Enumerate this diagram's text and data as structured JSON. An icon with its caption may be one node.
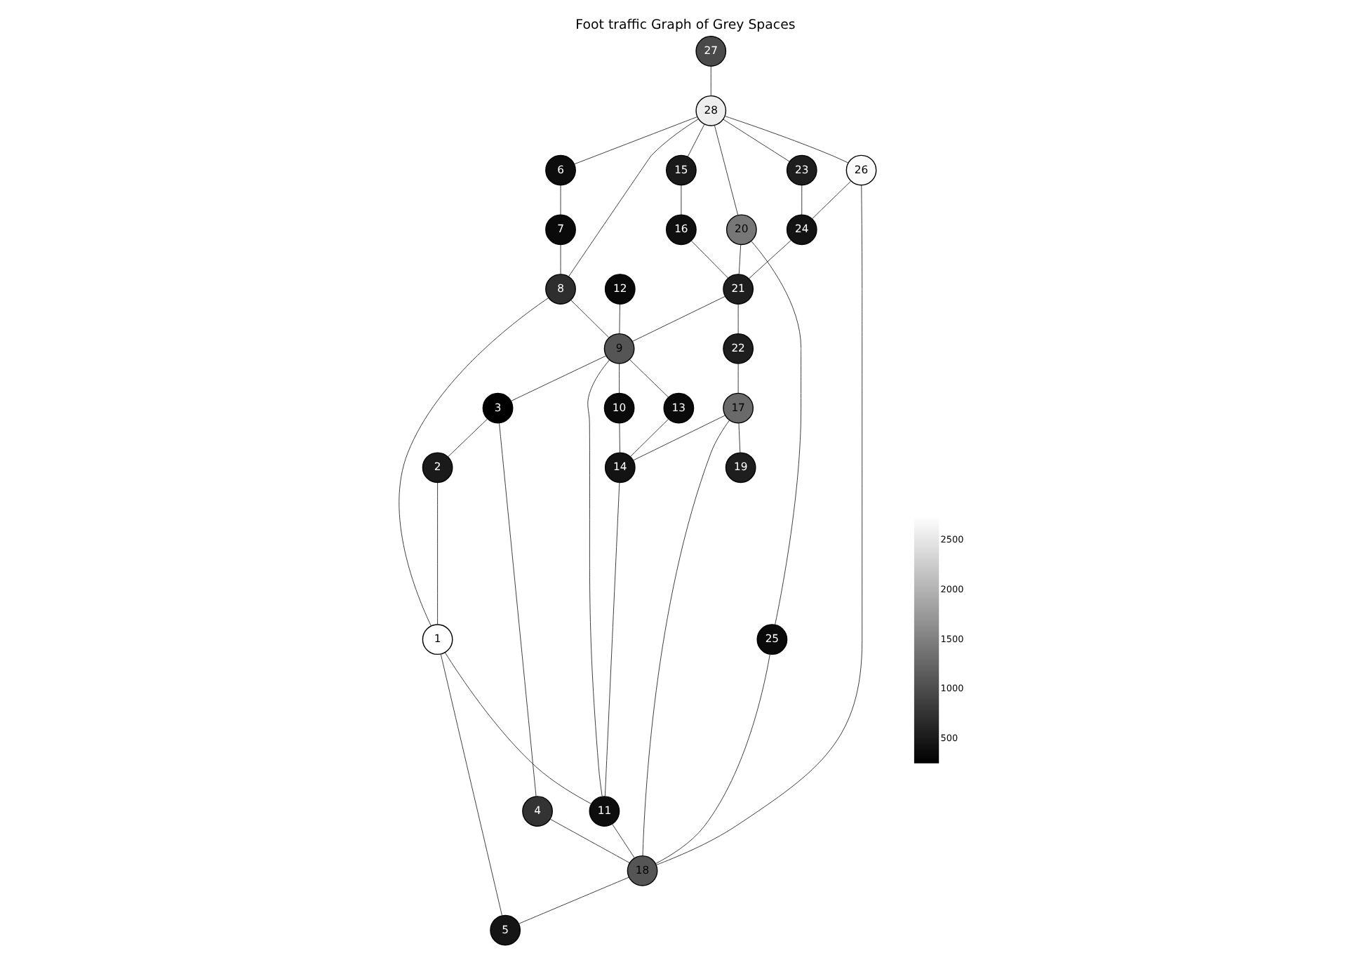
{
  "diagram": {
    "title": "Foot traffic Graph of Grey Spaces",
    "nodes": [
      {
        "text": [
          "1"
        ]
      },
      {
        "text": [
          "2"
        ]
      },
      {
        "text": [
          "3"
        ]
      },
      {
        "text": [
          "4"
        ]
      },
      {
        "text": [
          "5"
        ]
      },
      {
        "text": [
          "6"
        ]
      },
      {
        "text": [
          "7"
        ]
      },
      {
        "text": [
          "8"
        ]
      },
      {
        "text": [
          "9"
        ]
      },
      {
        "text": [
          "10"
        ]
      },
      {
        "text": [
          "11"
        ]
      },
      {
        "text": [
          "12"
        ]
      },
      {
        "text": [
          "13"
        ]
      },
      {
        "text": [
          "14"
        ]
      },
      {
        "text": [
          "15"
        ]
      },
      {
        "text": [
          "16"
        ]
      },
      {
        "text": [
          "17"
        ]
      },
      {
        "text": [
          "18"
        ]
      },
      {
        "text": [
          "19"
        ]
      },
      {
        "text": [
          "20"
        ]
      },
      {
        "text": [
          "21"
        ]
      },
      {
        "text": [
          "22"
        ]
      },
      {
        "text": [
          "23"
        ]
      },
      {
        "text": [
          "24"
        ]
      },
      {
        "text": [
          "25"
        ]
      },
      {
        "text": [
          "26"
        ]
      },
      {
        "text": [
          "27"
        ]
      },
      {
        "text": [
          "28"
        ]
      }
    ],
    "edges": [
      {
        "from": 26,
        "to": 27,
        "arrow": "none"
      },
      {
        "from": 27,
        "to": 22,
        "arrow": "none"
      },
      {
        "from": 27,
        "to": 25,
        "arrow": "none"
      },
      {
        "from": 27,
        "to": 19,
        "arrow": "none"
      },
      {
        "from": 27,
        "to": 14,
        "arrow": "none"
      },
      {
        "from": 27,
        "to": 7,
        "arrow": "none"
      },
      {
        "from": 27,
        "to": 5,
        "arrow": "none"
      },
      {
        "from": 5,
        "to": 6,
        "arrow": "none"
      },
      {
        "from": 6,
        "to": 7,
        "arrow": "none"
      },
      {
        "from": 7,
        "to": 8,
        "arrow": "none"
      },
      {
        "from": 7,
        "to": 0,
        "arrow": "none"
      },
      {
        "from": 14,
        "to": 15,
        "arrow": "none"
      },
      {
        "from": 15,
        "to": 20,
        "arrow": "none"
      },
      {
        "from": 22,
        "to": 23,
        "arrow": "none"
      },
      {
        "from": 19,
        "to": 20,
        "arrow": "none"
      },
      {
        "from": 19,
        "to": 24,
        "arrow": "none"
      },
      {
        "from": 25,
        "to": 23,
        "arrow": "none"
      },
      {
        "from": 23,
        "to": 20,
        "arrow": "none"
      },
      {
        "from": 20,
        "to": 8,
        "arrow": "none"
      },
      {
        "from": 20,
        "to": 21,
        "arrow": "none"
      },
      {
        "from": 21,
        "to": 16,
        "arrow": "none"
      },
      {
        "from": 11,
        "to": 8,
        "arrow": "none"
      },
      {
        "from": 8,
        "to": 2,
        "arrow": "none"
      },
      {
        "from": 2,
        "to": 1,
        "arrow": "none"
      },
      {
        "from": 1,
        "to": 0,
        "arrow": "none"
      },
      {
        "from": 8,
        "to": 12,
        "arrow": "none"
      },
      {
        "from": 8,
        "to": 9,
        "arrow": "none"
      },
      {
        "from": 8,
        "to": 10,
        "arrow": "none"
      },
      {
        "from": 2,
        "to": 3,
        "arrow": "none"
      },
      {
        "from": 0,
        "to": 10,
        "arrow": "none"
      },
      {
        "from": 0,
        "to": 4,
        "arrow": "none"
      },
      {
        "from": 12,
        "to": 13,
        "arrow": "none"
      },
      {
        "from": 9,
        "to": 13,
        "arrow": "none"
      },
      {
        "from": 16,
        "to": 13,
        "arrow": "none"
      },
      {
        "from": 13,
        "to": 10,
        "arrow": "none"
      },
      {
        "from": 16,
        "to": 18,
        "arrow": "none"
      },
      {
        "from": 16,
        "to": 17,
        "arrow": "none"
      },
      {
        "from": 25,
        "to": 17,
        "arrow": "none"
      },
      {
        "from": 24,
        "to": 17,
        "arrow": "none"
      },
      {
        "from": 10,
        "to": 17,
        "arrow": "none"
      },
      {
        "from": 3,
        "to": 17,
        "arrow": "none"
      },
      {
        "from": 17,
        "to": 4,
        "arrow": "none"
      }
    ],
    "labels": [
      "2500",
      "2000",
      "1500",
      "1000",
      "500"
    ]
  }
}
